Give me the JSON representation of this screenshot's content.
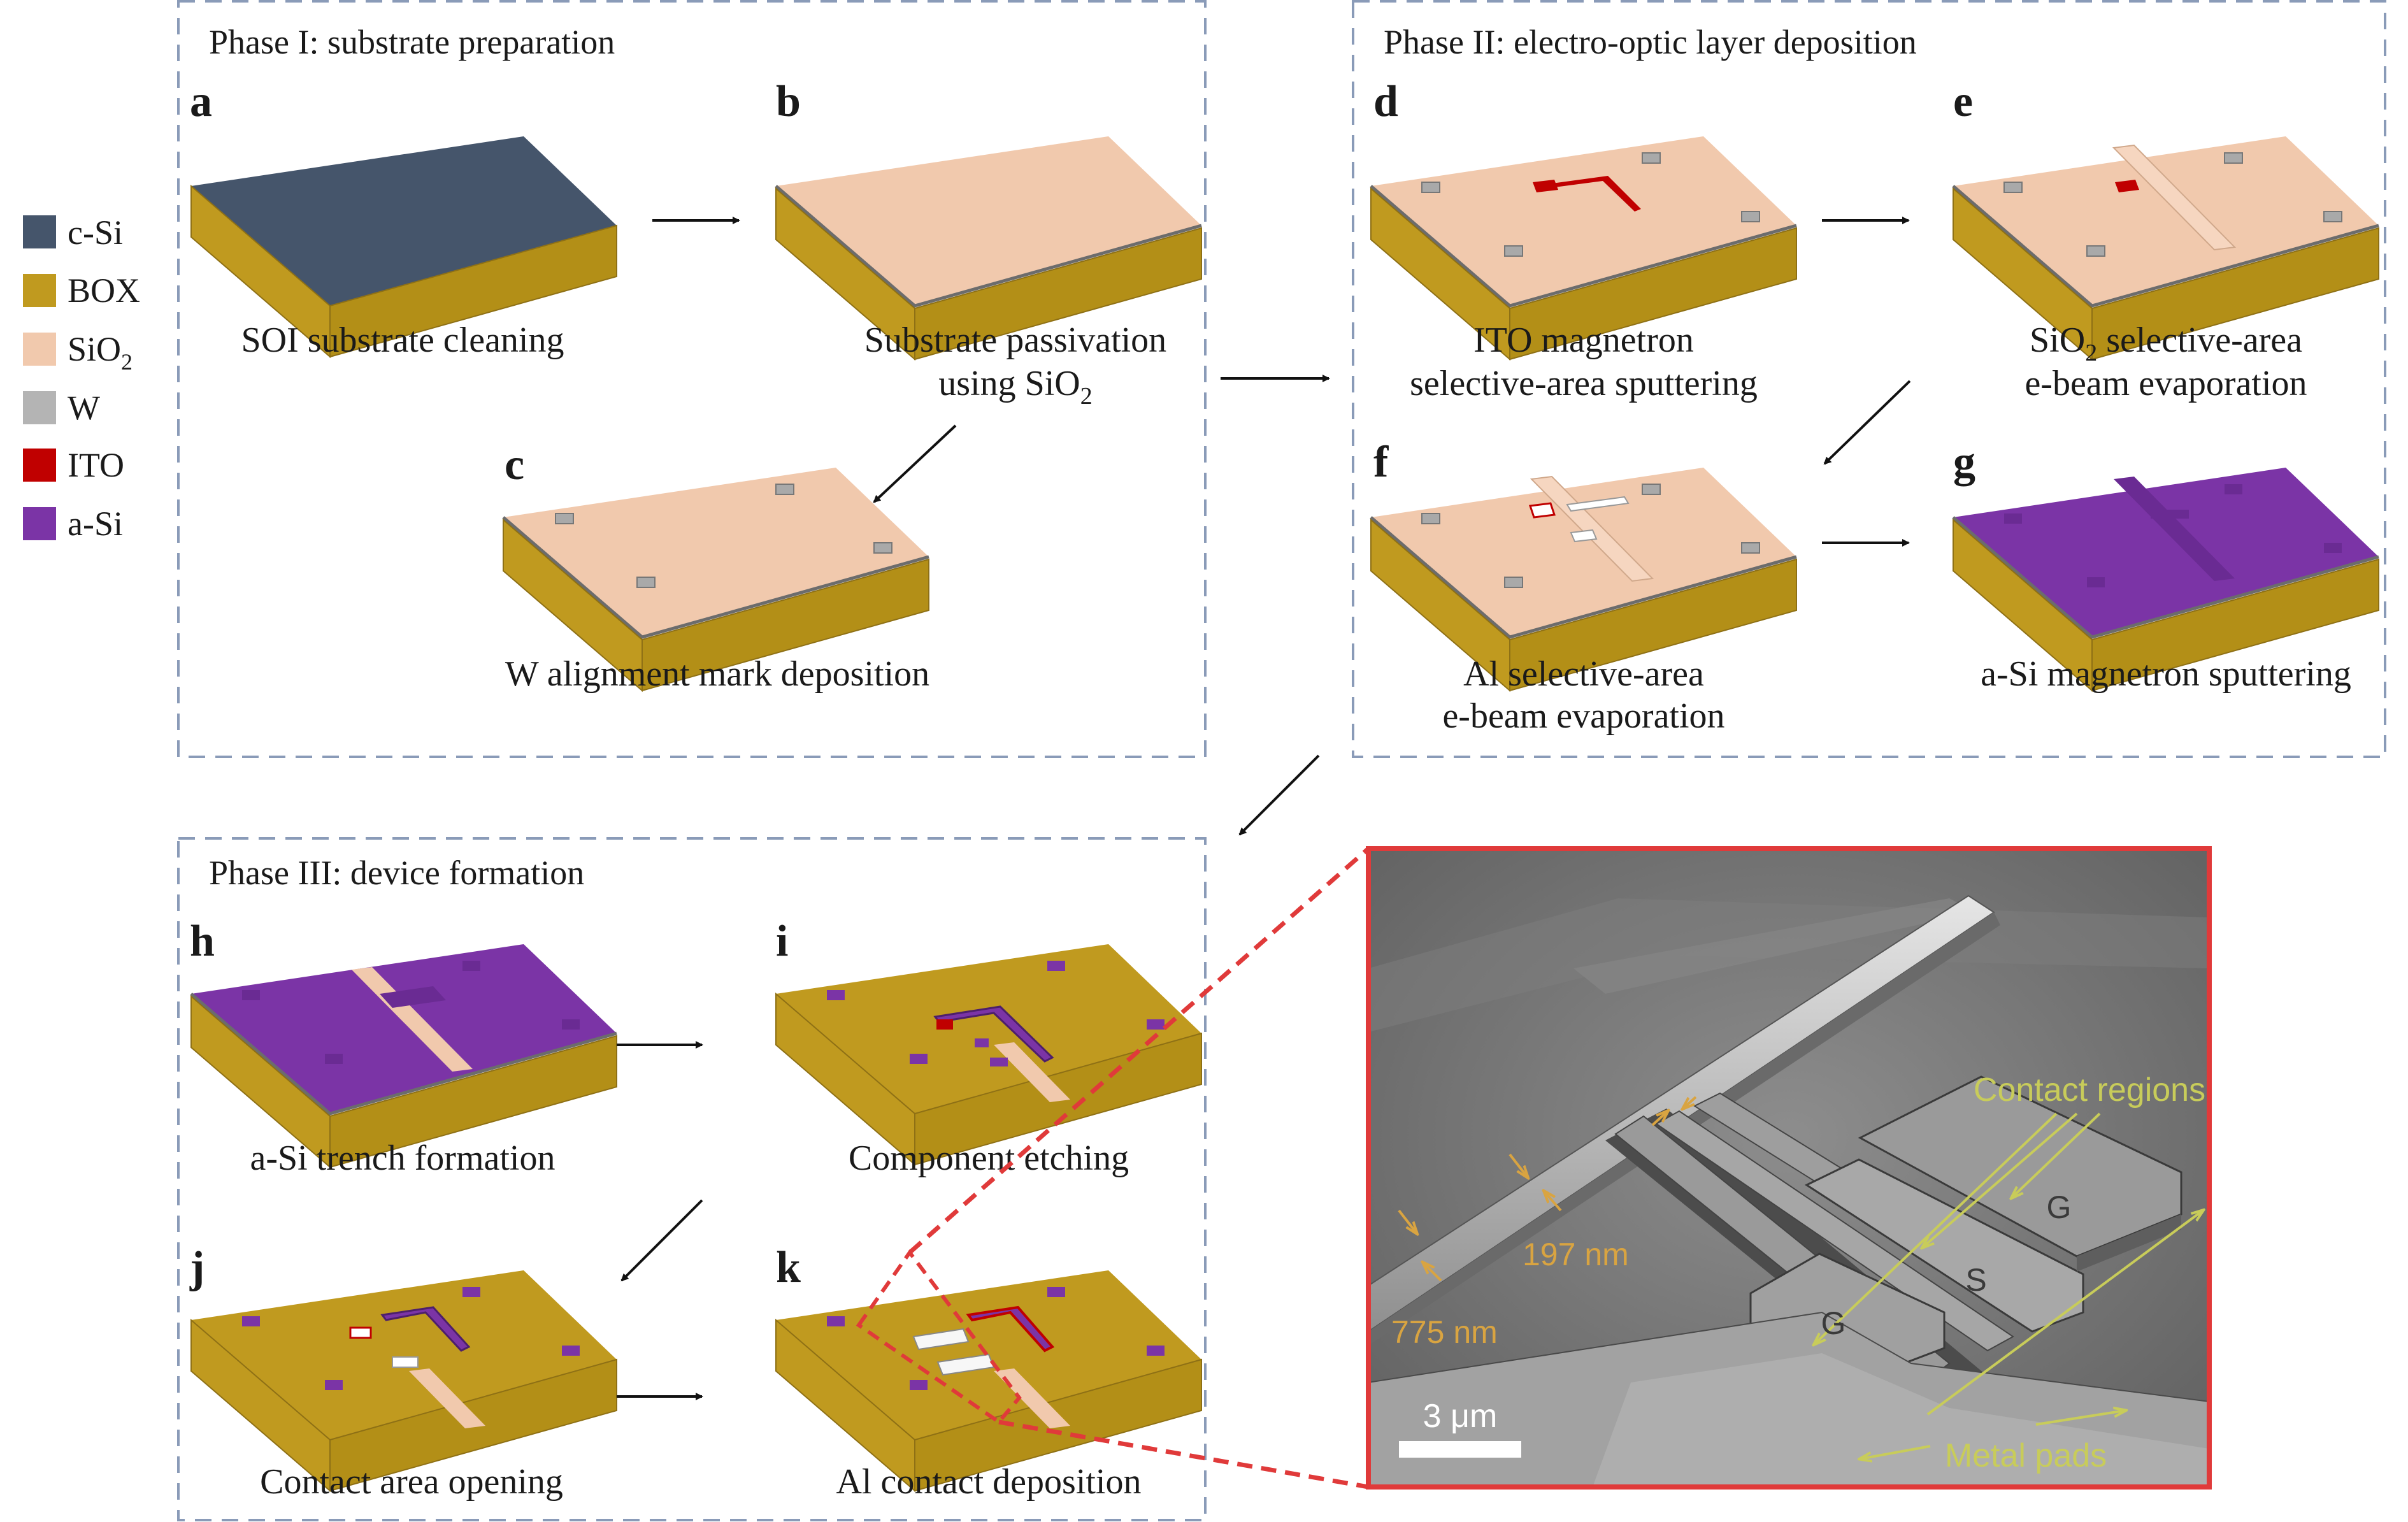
{
  "legend": [
    {
      "label": "c-Si",
      "sub": "",
      "color": "#45556b"
    },
    {
      "label": "BOX",
      "sub": "",
      "color": "#c09a1f"
    },
    {
      "label": "SiO",
      "sub": "2",
      "color": "#f1c9ad"
    },
    {
      "label": "W",
      "sub": "",
      "color": "#b4b4b4"
    },
    {
      "label": "ITO",
      "sub": "",
      "color": "#c00000"
    },
    {
      "label": "a-Si",
      "sub": "",
      "color": "#7b34a6"
    }
  ],
  "phases": {
    "p1": "Phase I: substrate preparation",
    "p2": "Phase II: electro-optic layer deposition",
    "p3": "Phase III: device formation"
  },
  "steps": {
    "a": {
      "letter": "a",
      "cap1": "SOI substrate cleaning",
      "cap2": ""
    },
    "b": {
      "letter": "b",
      "cap1": "Substrate passivation",
      "cap2": "using SiO",
      "cap2sub": "2"
    },
    "c": {
      "letter": "c",
      "cap1": "W alignment mark deposition",
      "cap2": ""
    },
    "d": {
      "letter": "d",
      "cap1": "ITO magnetron",
      "cap2": "selective-area sputtering"
    },
    "e": {
      "letter": "e",
      "cap1": "SiO",
      "cap1sub": "2",
      "cap1rest": " selective-area",
      "cap2": "e-beam evaporation"
    },
    "f": {
      "letter": "f",
      "cap1": "Al selective-area",
      "cap2": "e-beam evaporation"
    },
    "g": {
      "letter": "g",
      "cap1": "a-Si magnetron sputtering",
      "cap2": ""
    },
    "h": {
      "letter": "h",
      "cap1": "a-Si trench formation",
      "cap2": ""
    },
    "i": {
      "letter": "i",
      "cap1": "Component etching",
      "cap2": ""
    },
    "j": {
      "letter": "j",
      "cap1": "Contact area opening",
      "cap2": ""
    },
    "k": {
      "letter": "k",
      "cap1": "Al contact deposition",
      "cap2": ""
    }
  },
  "sem": {
    "contact_regions": "Contact regions",
    "metal_pads": "Metal pads",
    "g1": "G",
    "s": "S",
    "g2": "G",
    "dim1": "197 nm",
    "dim2": "775 nm",
    "scale": "3 μm"
  },
  "colors": {
    "csi": "#45556b",
    "box": "#c09a1f",
    "sio2": "#f1c9ad",
    "w": "#b4b4b4",
    "ito": "#c00000",
    "asi": "#7b34a6",
    "al": "#f2f2f2",
    "dash_box": "#8a9bb8",
    "highlight": "#e03a3a",
    "sem_annot": "#c8cc5a",
    "sem_dim": "#d9a441"
  }
}
